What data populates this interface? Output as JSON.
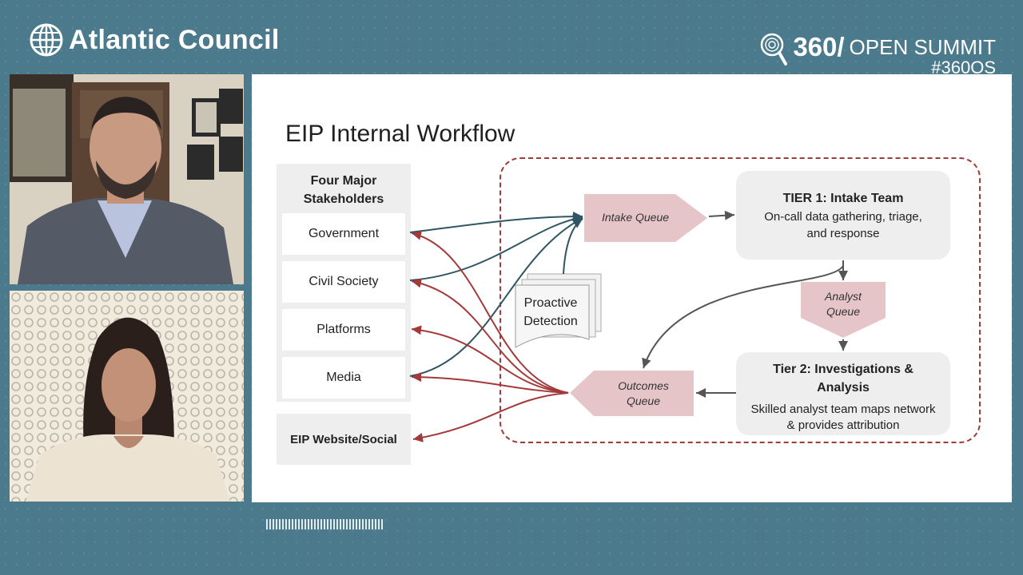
{
  "header": {
    "brand": "Atlantic Council",
    "summit_number": "360/",
    "summit_title": "OPEN SUMMIT",
    "summit_tag": "#360OS"
  },
  "slide": {
    "title": "EIP Internal Workflow",
    "stakeholders": {
      "heading": "Four Major Stakeholders",
      "items": [
        "Government",
        "Civil Society",
        "Platforms",
        "Media"
      ]
    },
    "eip_site": "EIP Website/Social",
    "intake_queue": "Intake Queue",
    "proactive_detection": "Proactive Detection",
    "tier1": {
      "title": "TIER 1: Intake Team",
      "desc": "On-call data gathering, triage, and response"
    },
    "analyst_queue": "Analyst Queue",
    "tier2": {
      "title": "Tier 2: Investigations & Analysis",
      "desc": "Skilled analyst team maps network & provides attribution"
    },
    "outcomes_queue": "Outcomes Queue"
  },
  "colors": {
    "background": "#4a7a8b",
    "arrow_red": "#a33a3a",
    "arrow_teal": "#2f5662",
    "queue_fill": "#e6c5c9",
    "box_gray": "#eeeeee"
  },
  "icons": {
    "brand_logo": "globe-icon",
    "summit_logo": "fingerprint-magnifier-icon"
  }
}
